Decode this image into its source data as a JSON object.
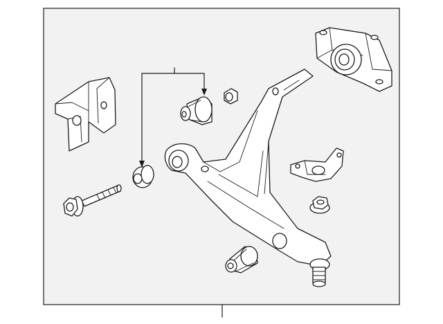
{
  "diagram": {
    "parts": [
      {
        "id": "bracket-left",
        "name": "mounting-bracket"
      },
      {
        "id": "bushing-upper",
        "name": "rear-bushing"
      },
      {
        "id": "bushing-washer",
        "name": "bushing-washer"
      },
      {
        "id": "nut-small",
        "name": "small-nut"
      },
      {
        "id": "rear-mount",
        "name": "rear-mount-bracket"
      },
      {
        "id": "lower-arm",
        "name": "lower-control-arm"
      },
      {
        "id": "bolt",
        "name": "flange-bolt"
      },
      {
        "id": "bracket-small",
        "name": "small-bracket"
      },
      {
        "id": "nut-flange",
        "name": "flange-nut"
      },
      {
        "id": "bushing-lower",
        "name": "front-bushing"
      }
    ],
    "colors": {
      "background": "#f2f2f2",
      "line": "#1a1a1a",
      "part_fill": "#ffffff"
    }
  }
}
